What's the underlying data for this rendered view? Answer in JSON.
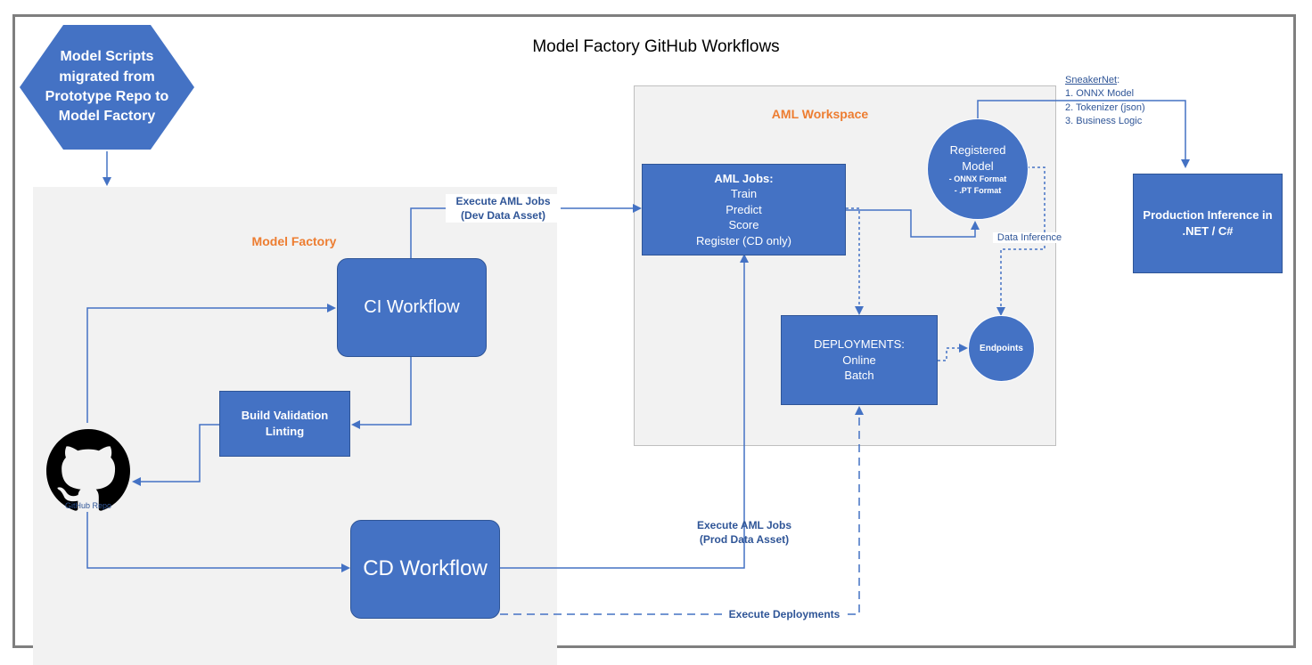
{
  "title": "Model Factory GitHub Workflows",
  "regions": {
    "model_factory": "Model Factory",
    "aml_workspace": "AML Workspace"
  },
  "hexagon": {
    "lines": [
      "Model Scripts",
      "migrated from",
      "Prototype Repo to",
      "Model Factory"
    ]
  },
  "nodes": {
    "ci_workflow": "CI Workflow",
    "cd_workflow": "CD Workflow",
    "build_validation": [
      "Build Validation",
      "Linting"
    ],
    "aml_jobs": [
      "AML Jobs:",
      "Train",
      "Predict",
      "Score",
      "Register (CD only)"
    ],
    "deployments": [
      "DEPLOYMENTS:",
      "Online",
      "Batch"
    ],
    "registered_model": [
      "Registered",
      "Model",
      "- ONNX Format",
      "- .PT Format"
    ],
    "endpoints": "Endpoints",
    "production": [
      "Production Inference in",
      ".NET / C#"
    ],
    "github_repo": "GitHub Repo"
  },
  "edge_labels": {
    "execute_dev": [
      "Execute AML Jobs",
      "(Dev Data Asset)"
    ],
    "execute_prod": [
      "Execute AML Jobs",
      "(Prod Data Asset)"
    ],
    "execute_deployments": "Execute Deployments",
    "data_inference": "Data Inference"
  },
  "sneakernet": {
    "heading": "SneakerNet",
    "heading_suffix": ":",
    "items": [
      "1. ONNX Model",
      "2. Tokenizer (json)",
      "3. Business Logic"
    ]
  },
  "colors": {
    "node_fill": "#4472c4",
    "edge": "#4472c4",
    "region_label": "#ed7d31"
  }
}
